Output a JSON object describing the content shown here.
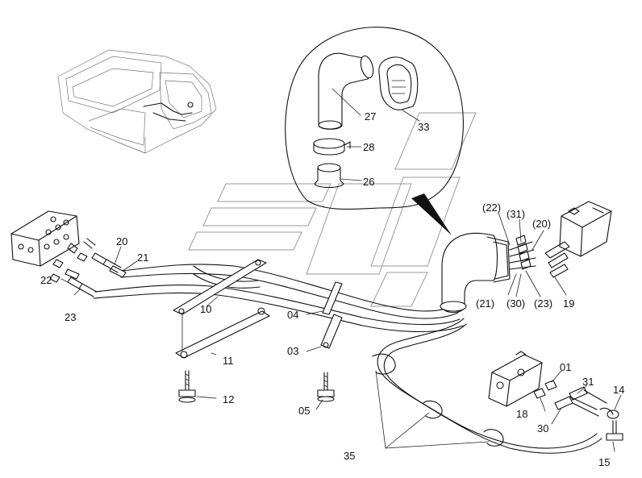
{
  "labels": {
    "p01": "01",
    "p03": "03",
    "p04": "04",
    "p05": "05",
    "p10": "10",
    "p11": "11",
    "p12": "12",
    "p14": "14",
    "p15": "15",
    "p18": "18",
    "p19": "19",
    "p20": "20",
    "p21": "21",
    "p22": "22",
    "p23": "23",
    "p26": "26",
    "p27": "27",
    "p28": "28",
    "p30": "30",
    "p31": "31",
    "p33": "33",
    "p35": "35",
    "q22": "(22)",
    "q31": "(31)",
    "q20": "(20)",
    "q21": "(21)",
    "q30": "(30)",
    "q23": "(23)"
  }
}
